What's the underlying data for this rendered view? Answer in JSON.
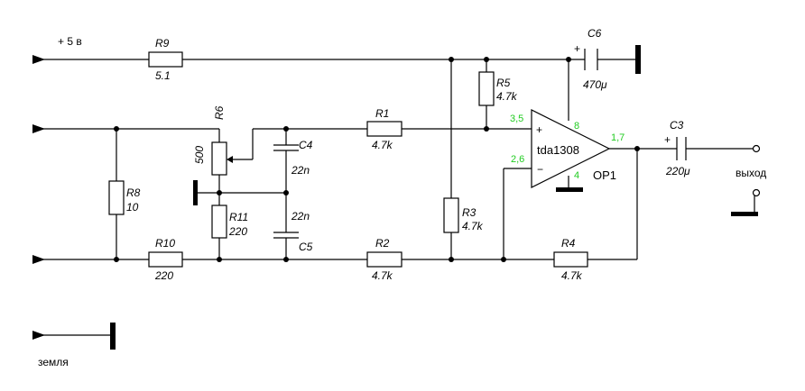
{
  "inputs": {
    "plus5v": "+ 5 в",
    "ground": "земля",
    "output": "выход"
  },
  "resistors": {
    "R9": {
      "name": "R9",
      "value": "5.1"
    },
    "R6": {
      "name": "R6",
      "value": "500"
    },
    "R8": {
      "name": "R8",
      "value": "10"
    },
    "R11": {
      "name": "R11",
      "value": "220"
    },
    "R10": {
      "name": "R10",
      "value": "220"
    },
    "R1": {
      "name": "R1",
      "value": "4.7k"
    },
    "R2": {
      "name": "R2",
      "value": "4.7k"
    },
    "R3": {
      "name": "R3",
      "value": "4.7k"
    },
    "R4": {
      "name": "R4",
      "value": "4.7k"
    },
    "R5": {
      "name": "R5",
      "value": "4.7k"
    }
  },
  "capacitors": {
    "C4": {
      "name": "C4",
      "value": "22n"
    },
    "C5": {
      "name": "C5",
      "value": "22n"
    },
    "C6": {
      "name": "C6",
      "value": "470μ"
    },
    "C3": {
      "name": "C3",
      "value": "220μ"
    }
  },
  "opamp": {
    "chip": "tda1308",
    "ref": "OP1",
    "pins": {
      "plus": "3,5",
      "minus": "2,6",
      "out": "1,7",
      "vcc": "8",
      "gnd": "4"
    },
    "plus_sign": "+",
    "minus_sign": "−"
  },
  "polarity": "+"
}
